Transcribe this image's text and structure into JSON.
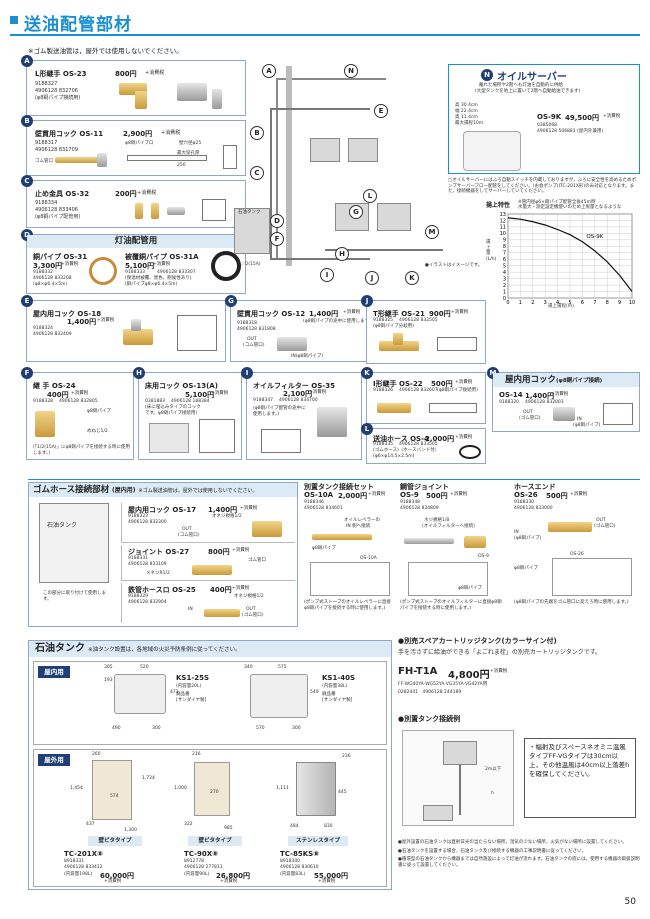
{
  "page": {
    "title": "送油配管部材",
    "rubber_note": "※ゴム製送油管は，屋外では使用しないでください。",
    "page_number": "50",
    "image_note": "●イラストはイメージです。"
  },
  "items": {
    "A": {
      "name": "L形継手 OS-23",
      "price": "800円",
      "tax": "+消費税",
      "code1": "9188327",
      "code2": "4906128 832706",
      "note": "(φ8銅パイプ接続用)"
    },
    "B": {
      "name": "壁貫用コック OS-11",
      "price": "2,900円",
      "tax": "+消費税",
      "code1": "9188317",
      "code2": "4906128 831709",
      "note": "コム管口",
      "dim1": "φ8銅パイプ口",
      "dim2": "壁穴径φ25",
      "dim3": "250",
      "dim4": "最大穿孔厚"
    },
    "C": {
      "name": "止め金具 OS-32",
      "price": "200円",
      "tax": "+消費税",
      "code1": "9188334",
      "code2": "4906128 833406",
      "note": "(φ8銅パイプ配管用)"
    },
    "D": {
      "header": "灯油配管用",
      "left_name": "銅パイプ OS-31",
      "left_price": "3,300円",
      "left_tax": "+消費税",
      "left_code1": "9188332",
      "left_code2": "4906128 833208",
      "left_note": "(φ8×φ6.4×5m)",
      "right_name": "被覆銅パイプ OS-31A",
      "right_price": "5,100円",
      "right_tax": "+消費税",
      "right_code1": "9188333",
      "right_code2": "4906128 833307",
      "right_note1": "(保温材被覆、黒色、耐候性あり)",
      "right_note2": "(銅パイプφ8×φ6.4×5m)"
    },
    "E": {
      "name": "屋内用コック OS-18",
      "price": "1,400円",
      "tax": "+消費税",
      "code1": "9188324",
      "code2": "4906128 832409"
    },
    "G": {
      "name": "壁貫用コック OS-12",
      "price": "1,400円",
      "tax": "+消費税",
      "code1": "9188318",
      "code2": "4906128 831808",
      "note1": "(φ8銅パイプの途中に使用します。)",
      "note2": "IN(φ8銅パイプ)",
      "out": "OUT",
      "out2": "(コム管口)"
    },
    "J": {
      "name": "T形継手 OS-21",
      "price": "900円",
      "tax": "+消費税",
      "code1": "9188325",
      "code2": "4906128 832505",
      "note": "(φ8銅パイプ分岐用)"
    },
    "F": {
      "name": "継 手 OS-24",
      "price": "400円",
      "tax": "+消費税",
      "code1": "9188328",
      "code2": "4906128 832805",
      "note1": "φ8銅パイプ",
      "note2": "(「1/2(15A)」にφ8銅パイプを接続する時に使用します。)",
      "note3": "めねじ1/2"
    },
    "H": {
      "name": "床用コック OS-13(A)",
      "price": "5,100円",
      "tax": "+消費税",
      "code1": "0381883",
      "code2": "4906128 188384",
      "note": "(床に埋込みタイプのコックです。φ8銅パイプ接続用)"
    },
    "I": {
      "name": "オイルフィルター OS-35",
      "price": "2,100円",
      "tax": "+消費税",
      "code1": "9188347",
      "code2": "4906128 834700",
      "note": "(φ8銅パイプ配管の途中に使用します。)"
    },
    "K": {
      "name": "I形継手 OS-22",
      "price": "500円",
      "tax": "+消費税",
      "code1": "9188326",
      "code2": "4906128 832607",
      "note": "(φ8銅パイプ接続用)"
    },
    "L": {
      "name": "送油ホース OS-4",
      "price": "2,000円",
      "tax": "+消費税",
      "code1": "9188335",
      "code2": "4906128 833505",
      "note1": "(ゴムホース)（ホースバンド付）",
      "note2": "(φ6×φ14.5×2.5m)"
    },
    "M": {
      "header": "屋内用コック",
      "header_sub": "(φ8銅パイプ接続)",
      "name": "OS-14",
      "price": "1,400円",
      "tax": "+消費税",
      "code1": "9188320",
      "code2": "4906128 832003",
      "out": "OUT",
      "out2": "(ゴム管口)",
      "in": "IN",
      "in2": "(φ8銅パイプ)"
    },
    "N": {
      "header": "オイルサーバー",
      "sub1": "離れた場所や2階へも灯油を自動的に供給",
      "sub2": "(大型タンクを地上に置いて2階へ自動給油できます)",
      "dims": [
        "高 30.4cm",
        "幅 22.4cm",
        "奥 11.4cm",
        "最大揚程10m"
      ],
      "name": "OS-9K",
      "price": "49,500円",
      "tax": "+消費税",
      "code1": "0385068",
      "code2": "4906128 506881 (屋内外兼用)",
      "note1": "□オイルサーバーにはふろ自動スイッチを内蔵しておりますが，ふろに安全性を高めるためポンプサーバーフロー配管をしてください。(お会ポンプ(ITC-201X形)のみ対応となります。また，接続機器をしてサーバーしていてください。"
    }
  },
  "chart_data": {
    "type": "line",
    "title": "揚上特性",
    "subtitle1": "※管内径φ6×銅パイプ配管全長45m時",
    "subtitle2": "水量大・測定設定機使いのため上限量となるような",
    "xlabel": "揚上揚程(m)",
    "ylabel": "揚 上 量 (L/h)",
    "xlim": [
      0,
      10
    ],
    "ylim": [
      0,
      13
    ],
    "x_ticks": [
      "0",
      "1",
      "2",
      "3",
      "4",
      "5",
      "6",
      "7",
      "8",
      "9",
      "10"
    ],
    "y_ticks": [
      "0",
      "1",
      "2",
      "3",
      "4",
      "5",
      "6",
      "7",
      "8",
      "9",
      "10",
      "11",
      "12",
      "13"
    ],
    "series": [
      {
        "name": "OS-9K",
        "x": [
          0,
          1,
          2,
          3,
          4,
          5,
          6,
          7,
          8,
          9,
          10
        ],
        "y": [
          12.4,
          12.2,
          11.8,
          11.3,
          10.6,
          9.8,
          8.7,
          7.3,
          5.6,
          3.5,
          1.0
        ]
      }
    ],
    "grid": true
  },
  "hose": {
    "header": "ゴムホース接続部材",
    "header_sub": "(屋内用)",
    "header_note": "※ゴム製送油管は，屋外では使用しないでください。",
    "tank_label": "石油タンク",
    "cock_note": "この部分に取り付けて使用します。",
    "items": [
      {
        "name": "屋内用コック OS-17",
        "price": "1,400円",
        "tax": "+消費税",
        "code1": "9188323",
        "code2": "4906128 832300",
        "note1": "オネジ規格1/2",
        "note2": "OUT",
        "note3": "(コム管口)"
      },
      {
        "name": "ジョイント OS-27",
        "price": "800円",
        "tax": "+消費税",
        "code1": "9188331",
        "code2": "4906128 833109",
        "note1": "ゴム管口",
        "note2": "メネジR1/2"
      },
      {
        "name": "鉄管ホースロ OS-25",
        "price": "400円",
        "tax": "+消費税",
        "code1": "9188329",
        "code2": "4906128 832904",
        "note1": "オネジ規格1/2",
        "note2": "IN",
        "note3": "OUT",
        "note4": "(ゴム管口)"
      }
    ],
    "sep_set": {
      "header": "別置タンク接続セット",
      "name": "OS-10A",
      "price": "2,000円",
      "tax": "+消費税",
      "code1": "9188346",
      "code2": "4906128 834601",
      "note1": "オイルレベラーの",
      "note2": "IN 側へ接続",
      "note3": "φ8銅パイプ",
      "note4": "(ポンプ式ストーブのオイルレベラーに直接φ8銅パイプを接続する時に使用します。)"
    },
    "joint": {
      "header": "鋼管ジョイント",
      "name": "OS-9",
      "price": "500円",
      "tax": "+消費税",
      "code1": "9188348",
      "code2": "4906128 834809",
      "note1": "ネジ規格1/8",
      "note2": "(オイルフィルターへ接続)",
      "note3": "φ8銅パイプ",
      "note4": "(ポンプ式ストーブのオイルフィルターに直接φ8銅パイプを接続する時に使用します。)"
    },
    "hose_end": {
      "header": "ホースエンド",
      "name": "OS-26",
      "price": "500円",
      "tax": "+消費税",
      "code1": "9188330",
      "code2": "4906128 833000",
      "note1": "IN",
      "note2": "(φ8銅パイプ)",
      "note3": "OUT",
      "note4": "(ゴム管口)",
      "note5": "φ8銅パイプ",
      "note6": "(φ8銅パイプの先端をゴム管口に変えろ時に使用します。)"
    }
  },
  "tanks": {
    "header": "石油タンク",
    "header_note": "※油タンク設置は，各地域の火災予防条例に従ってください。",
    "indoor_label": "屋内用",
    "outdoor_label": "屋外用",
    "indoor": [
      {
        "name": "KS1-25S",
        "spec1": "(内容量20L)",
        "spec2": "廃品番",
        "spec3": "[サンダイヤ製]",
        "w": "520",
        "d": "305",
        "h": "471",
        "h2": "193",
        "b1": "490",
        "b2": "300"
      },
      {
        "name": "KS1-40S",
        "spec1": "(内容量38L)",
        "spec2": "廃品番",
        "spec3": "[サンダイヤ製]",
        "w": "575",
        "d": "340",
        "h": "549",
        "b1": "570",
        "b2": "300"
      }
    ],
    "outdoor": [
      {
        "type": "壁ピタタイプ",
        "name": "TC-201X⑧",
        "code1": "8918331",
        "code2": "4906128 833412",
        "cap": "(内容量198L)",
        "price": "60,000円",
        "tax": "+消費税",
        "d1": "260",
        "d2": "1,454",
        "d3": "1,724",
        "d4": "574",
        "d5": "437",
        "d6": "1,300"
      },
      {
        "type": "壁ピタタイプ",
        "name": "TC-90X⑧",
        "code1": "8912778",
        "code2": "4906128 277811",
        "cap": "(内容量90L)",
        "price": "26,800円",
        "tax": "+消費税",
        "d1": "216",
        "d2": "1,000",
        "d3": "270",
        "d4": "322",
        "d5": "985"
      },
      {
        "type": "ステンレスタイプ",
        "name": "TC-85KS⑧",
        "code1": "8918300",
        "code2": "4906128 830610",
        "cap": "(内容量83L)",
        "price": "55,000円",
        "tax": "+消費税",
        "d1": "236",
        "d2": "1,111",
        "d3": "445",
        "d4": "484",
        "d5": "830"
      }
    ]
  },
  "cartridge": {
    "header": "●別売スペアカートリッジタンク(カラーサイン付)",
    "desc": "手を汚さずに給油ができる「よごれま栓」の別売カートリッジタンクです。",
    "name": "FH-T1A",
    "price": "4,800円",
    "tax": "+消費税",
    "compat": "FF-WG40YA·WG52YA·VG35YA·VG42YA用",
    "code": "0282441　4906128 244189",
    "example_header": "●別置タンク接続例",
    "example_note": "・幅射及びスペースネオミニ温風タイプFF-VGタイプは30cm以上，その他温風は40cm以上落差hを確保してください。",
    "label_2m": "2m以下",
    "label_h": "h"
  },
  "notes": [
    "●屋外設置の石油タンクは直射日光の当たらない場所，湿気の少ない場所，火気がない場所に設置してください。",
    "●石油タンクを設置する場合，石油タンク及び接続する機器の工事説明書に従ってください。",
    "●循環型の石油タンクから機器までは自然落差によって灯油が流れます。石油タンクの底には，使用する機器の取扱説明書に従って設置してください。"
  ],
  "diagram_labels": {
    "tank": "石油タンク",
    "inlet": "1／2(15A)",
    "letters": [
      "A",
      "B",
      "C",
      "D",
      "E",
      "F",
      "G",
      "H",
      "I",
      "J",
      "K",
      "L",
      "M",
      "N"
    ]
  }
}
